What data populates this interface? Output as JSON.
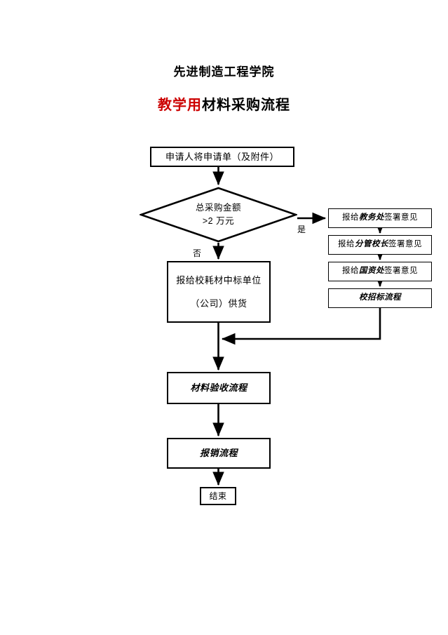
{
  "document": {
    "title_main": "先进制造工程学院",
    "title_sub_highlight": "教学用",
    "title_sub_rest": "材料采购流程"
  },
  "flowchart": {
    "type": "process-flow-diagram",
    "orientation": "top-to-bottom",
    "nodes": [
      {
        "id": "start",
        "shape": "rectangle",
        "text": "申请人将申请单（及附件）"
      },
      {
        "id": "decision",
        "shape": "diamond",
        "line1": "总采购金额",
        "line2": ">2 万元"
      },
      {
        "id": "supplier",
        "shape": "rectangle",
        "line1": "报给校耗材中标单位",
        "line2": "（公司）供货"
      },
      {
        "id": "jwc",
        "shape": "rectangle",
        "prefix": "报给",
        "emphasis": "教务处",
        "suffix": "签署意见"
      },
      {
        "id": "vp",
        "shape": "rectangle",
        "prefix": "报给",
        "emphasis": "分管校长",
        "suffix": "签署意见"
      },
      {
        "id": "gzc",
        "shape": "rectangle",
        "prefix": "报给",
        "emphasis": "国资处",
        "suffix": "签署意见"
      },
      {
        "id": "bid",
        "shape": "rectangle",
        "text": "校招标流程"
      },
      {
        "id": "inspect",
        "shape": "rectangle",
        "text": "材料验收流程"
      },
      {
        "id": "reimburse",
        "shape": "rectangle",
        "text": "报销流程"
      },
      {
        "id": "end",
        "shape": "rectangle",
        "text": "结束"
      }
    ],
    "edge_labels": {
      "yes": "是",
      "no": "否"
    },
    "colors": {
      "stroke": "#000000",
      "fill": "#ffffff",
      "highlight": "#cc0000",
      "text": "#000000"
    }
  }
}
